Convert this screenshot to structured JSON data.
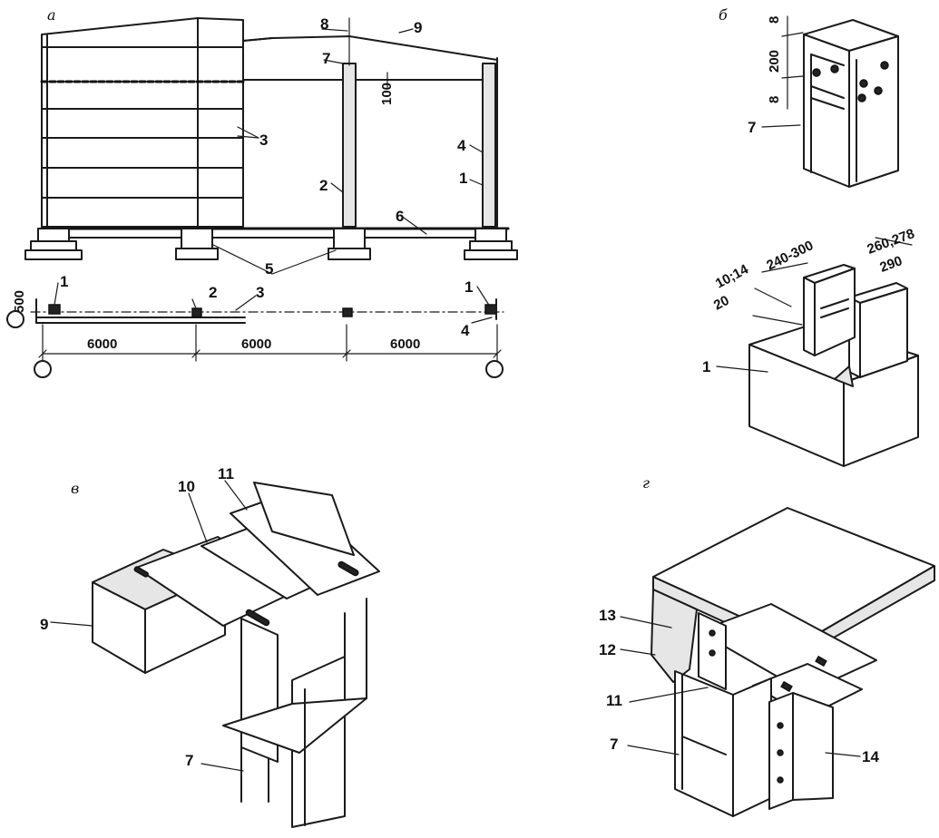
{
  "panels": {
    "a": "а",
    "b": "б",
    "v": "в",
    "g": "г"
  },
  "panel_a": {
    "labels": [
      "1",
      "2",
      "3",
      "4",
      "5",
      "6",
      "7",
      "8",
      "9"
    ],
    "dim_100": "100",
    "plan_labels": [
      "1",
      "2",
      "3",
      "1",
      "4"
    ],
    "dim_500": "500",
    "spans": [
      "6000",
      "6000",
      "6000"
    ]
  },
  "panel_b": {
    "dim_top": [
      "8",
      "200",
      "8"
    ],
    "label_7": "7",
    "dim_w1": "240-300",
    "dim_w2": "260,278",
    "dim_w3": "290",
    "dim_t1": "10;14",
    "dim_t2": "20",
    "label_1": "1"
  },
  "panel_v": {
    "label_9": "9",
    "label_10": "10",
    "label_11": "11",
    "label_7": "7"
  },
  "panel_g": {
    "label_13": "13",
    "label_12": "12",
    "label_11": "11",
    "label_7": "7",
    "label_14": "14"
  }
}
